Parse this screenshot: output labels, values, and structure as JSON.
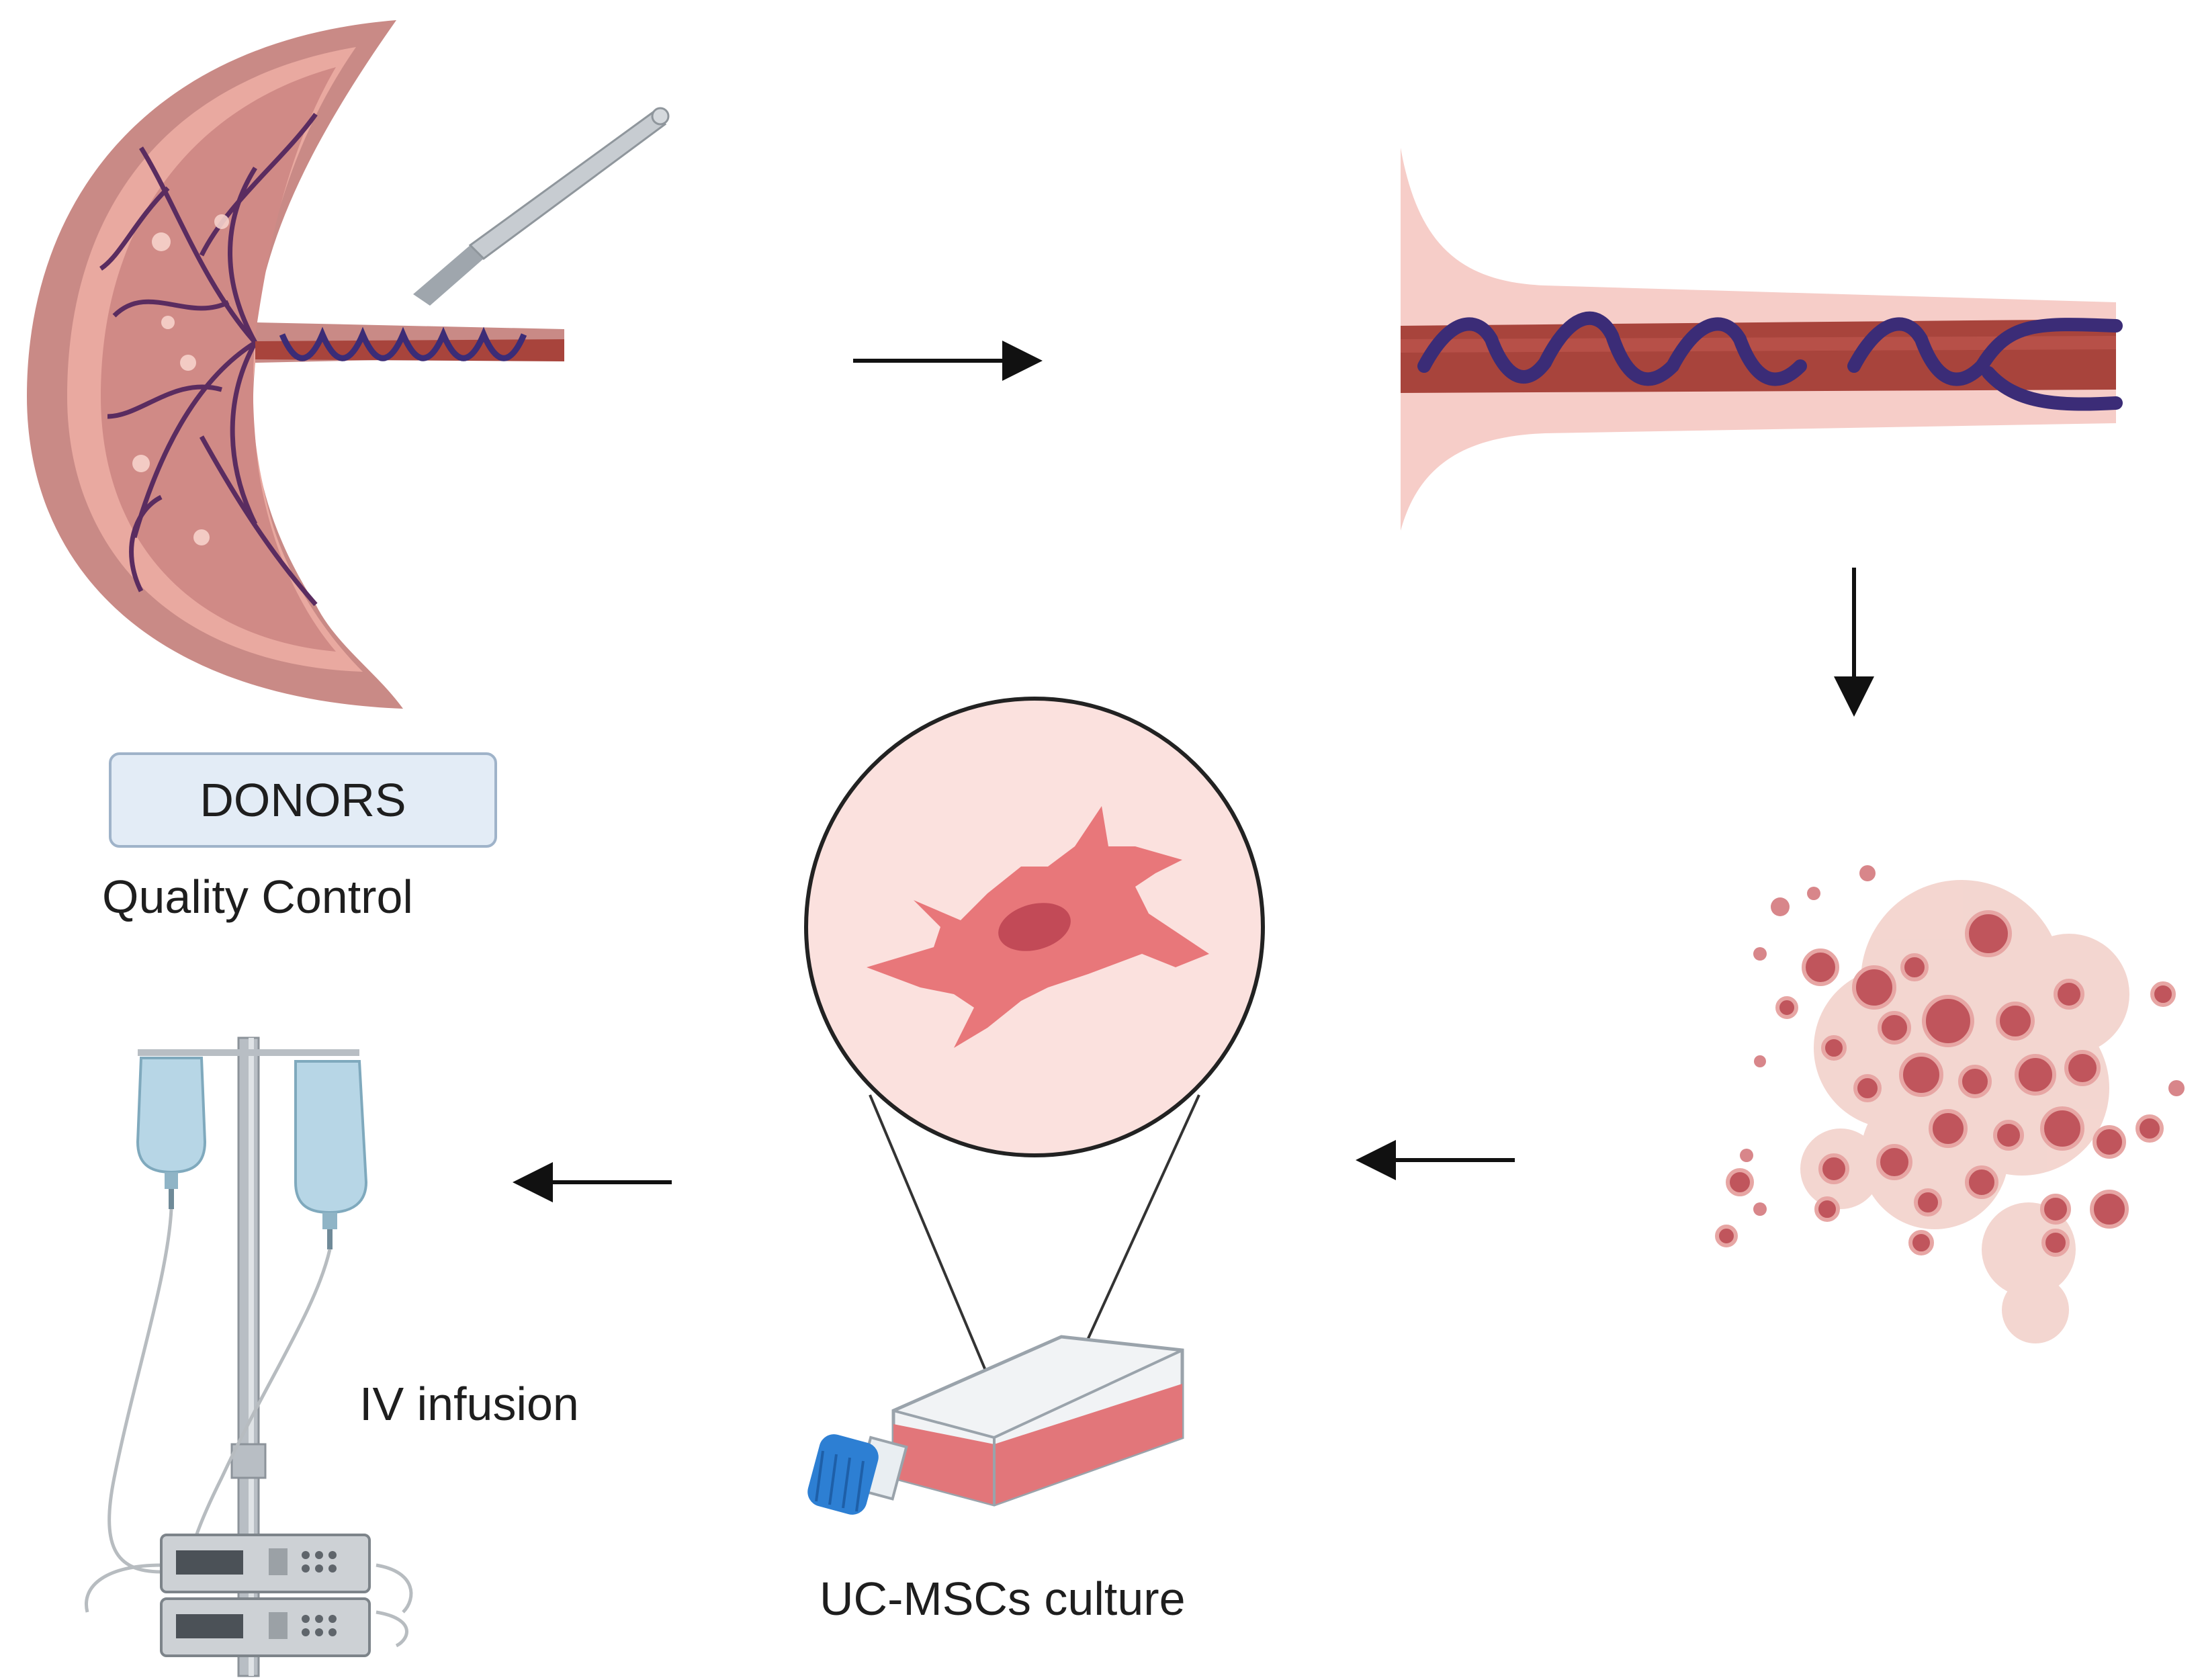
{
  "labels": {
    "donors": "DONORS",
    "quality_control": "Quality Control",
    "iv_infusion": "IV infusion",
    "culture": "UC-MSCs culture"
  },
  "colors": {
    "placenta_outer": "#c98a86",
    "placenta_inner": "#f0c5bf",
    "cord_sheath": "#f6cdc8",
    "artery": "#a8443c",
    "vein": "#3b2c77",
    "cell_pink": "#e8777a",
    "cell_nucleus": "#c24a57",
    "flask_medium": "#e2767a",
    "flask_cap": "#2d7fd3",
    "iv_bag": "#b7d6e6",
    "arrow": "#111111"
  },
  "icons": [
    "placenta-icon",
    "scalpel-icon",
    "umbilical-cord-icon",
    "tissue-fragments-icon",
    "mesenchymal-cell-icon",
    "culture-flask-icon",
    "iv-pole-icon",
    "infusion-pump-icon"
  ]
}
